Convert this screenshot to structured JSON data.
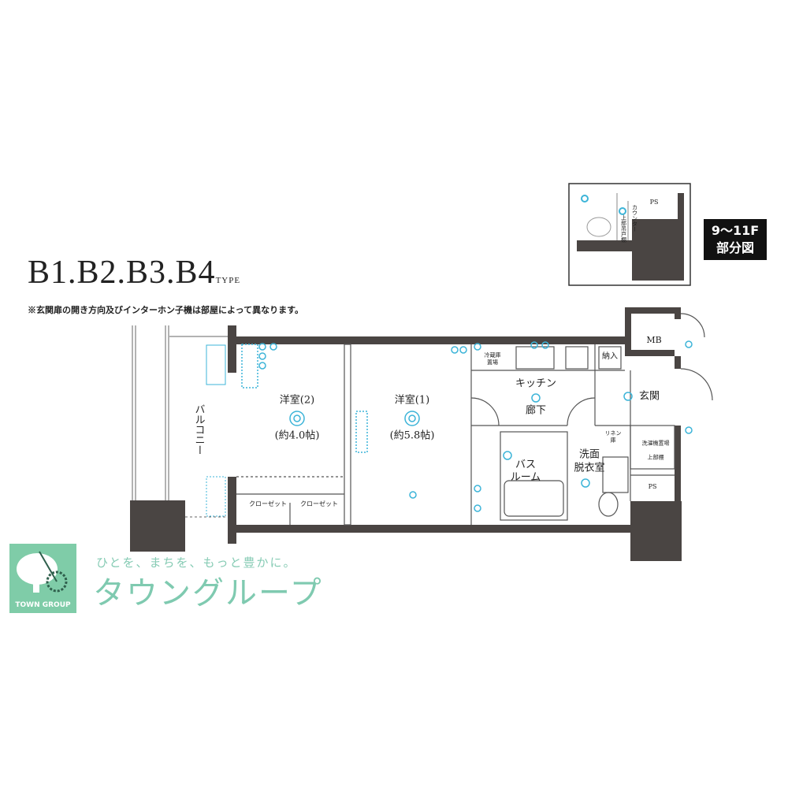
{
  "plan": {
    "type_title": "B1.B2.B3.B4",
    "type_suffix": "TYPE",
    "note": "※玄関扉の開き方向及びインターホン子機は部屋によって異なります。",
    "partial_label_line1": "9〜11F",
    "partial_label_line2": "部分図",
    "rooms": {
      "western2": "洋室(2)",
      "western2_size": "(約4.0帖)",
      "western1": "洋室(1)",
      "western1_size": "(約5.8帖)",
      "kitchen": "キッチン",
      "hallway": "廊下",
      "entrance": "玄関",
      "mb": "MB",
      "storage": "納入",
      "bath_line1": "バス",
      "bath_line2": "ルーム",
      "washroom_line1": "洗面",
      "washroom_line2": "脱衣室",
      "ps": "PS",
      "closet1": "クローゼット",
      "closet2": "クローゼット",
      "balcony": "バルコニー",
      "fridge": "冷蔵庫置場",
      "linen": "リネン庫",
      "washer": "洗濯機置場",
      "upper_shelf": "上部棚"
    },
    "inset": {
      "ps": "PS",
      "counter": "カウンター",
      "cabinet": "上部吊戸棚"
    },
    "equipment_color": "#3cb4d8",
    "wall_color": "#4a4543"
  },
  "brand": {
    "logo_text": "TOWN GROUP",
    "slogan": "ひとを、まちを、もっと豊かに。",
    "name": "タウングループ",
    "color": "#7fcab0"
  }
}
